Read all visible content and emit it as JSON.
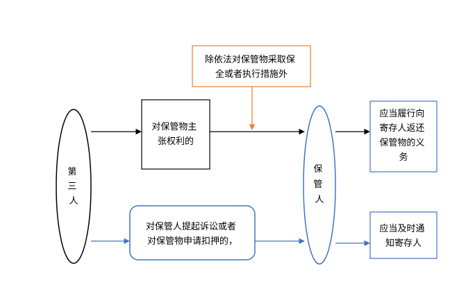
{
  "colors": {
    "black": "#000000",
    "blue": "#4472c4",
    "orange": "#ed7d31",
    "background": "#ffffff"
  },
  "nodes": {
    "third_party": {
      "label_lines": [
        "第",
        "三",
        "人"
      ],
      "shape": "ellipse",
      "border": "black"
    },
    "custodian": {
      "label_lines": [
        "保",
        "管",
        "人"
      ],
      "shape": "ellipse",
      "border": "blue"
    },
    "exception_note": {
      "label_lines": [
        "除依法对保管物采取保",
        "全或者执行措施外"
      ],
      "shape": "rectangle",
      "border": "orange"
    },
    "claim_rights": {
      "label_lines": [
        "对保管物主",
        "张权利的"
      ],
      "shape": "rectangle",
      "border": "black"
    },
    "lawsuit_action": {
      "label_lines": [
        "对保管人提起诉讼或者",
        "对保管物申请扣押的，"
      ],
      "shape": "rounded-rectangle",
      "border": "blue"
    },
    "return_duty": {
      "label_lines": [
        "应当履行向",
        "寄存人返还",
        "保管物的义",
        "务"
      ],
      "shape": "rectangle",
      "border": "blue"
    },
    "notify_duty": {
      "label_lines": [
        "应当及时通",
        "知寄存人"
      ],
      "shape": "rectangle",
      "border": "blue"
    }
  },
  "edges": [
    {
      "from": "third_party",
      "to": "claim_rights",
      "color": "black"
    },
    {
      "from": "claim_rights",
      "to": "custodian",
      "color": "black"
    },
    {
      "from": "exception_note",
      "to": "claim_rights-custodian-line",
      "color": "orange"
    },
    {
      "from": "custodian",
      "to": "return_duty",
      "color": "black"
    },
    {
      "from": "third_party",
      "to": "lawsuit_action",
      "color": "blue"
    },
    {
      "from": "lawsuit_action",
      "to": "custodian",
      "color": "blue"
    },
    {
      "from": "custodian",
      "to": "notify_duty",
      "color": "blue"
    }
  ]
}
